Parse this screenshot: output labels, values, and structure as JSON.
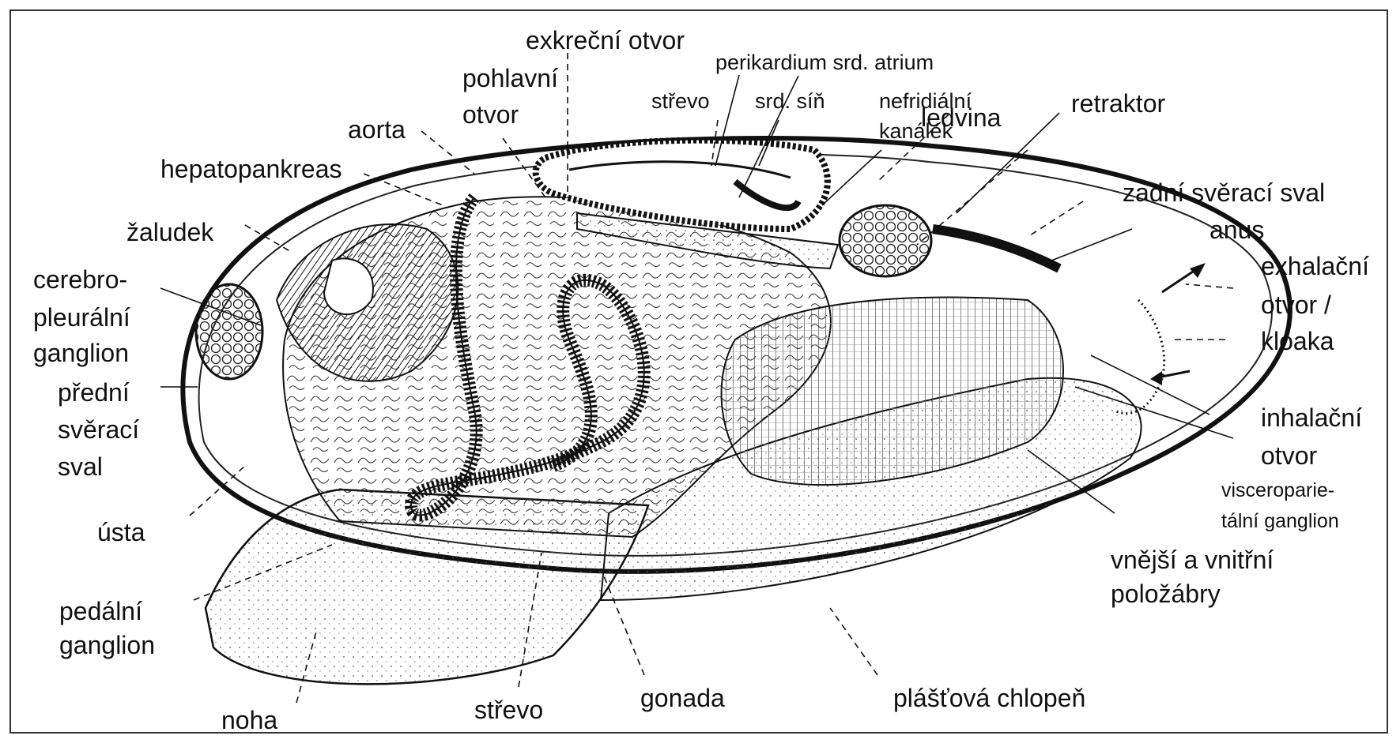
{
  "labels": {
    "exkrecni_otvor": "exkreční otvor",
    "perikardium": "perikardium srd. atrium",
    "pohlavni_1": "pohlavní",
    "pohlavni_2": "otvor",
    "strevo_top": "střevo",
    "srd_sin": "srd. síň",
    "nefridialni_1": "nefridiální",
    "nefridialni_2": "kanálek",
    "ledvina": "ledvina",
    "retraktor": "retraktor",
    "aorta": "aorta",
    "hepatopankreas": "hepatopankreas",
    "zaludek": "žaludek",
    "zadni_sveraci": "zadní svěrací sval",
    "anus": "anus",
    "cerebro_1": "cerebro-",
    "cerebro_2": "pleurální",
    "cerebro_3": "ganglion",
    "exhalacni_1": "exhalační",
    "exhalacni_2": "otvor /",
    "exhalacni_3": "kloaka",
    "predni_1": "přední",
    "predni_2": "svěrací",
    "predni_3": "sval",
    "inhalacni_1": "inhalační",
    "inhalacni_2": "otvor",
    "visceropar_1": "visceroparie-",
    "visceropar_2": "tální ganglion",
    "usta": "ústa",
    "vnejsi_1": "vnější a vnitřní",
    "vnejsi_2": "položábry",
    "pedalni_1": "pedální",
    "pedalni_2": "ganglion",
    "noha": "noha",
    "strevo_bottom": "střevo",
    "gonada": "gonada",
    "plastova": "plášťová chlopeň"
  }
}
